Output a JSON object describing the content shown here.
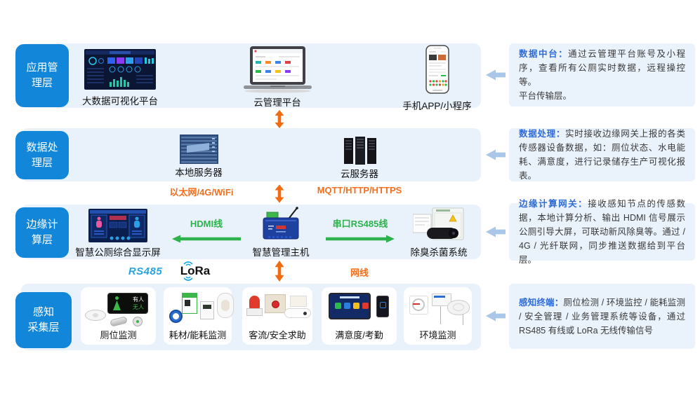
{
  "layers": [
    {
      "line1": "应用管",
      "line2": "理层"
    },
    {
      "line1": "数据处",
      "line2": "理层"
    },
    {
      "line1": "边缘计",
      "line2": "算层"
    },
    {
      "line1": "感知",
      "line2": "采集层"
    }
  ],
  "app_layer": {
    "bigdata_label": "大数据可视化平台",
    "cloud_label": "云管理平台",
    "mobile_label": "手机APP/小程序"
  },
  "data_layer": {
    "local_server_label": "本地服务器",
    "cloud_server_label": "云服务器"
  },
  "edge_layer": {
    "display_label": "智慧公厕综合显示屏",
    "host_label": "智慧管理主机",
    "deodor_label": "除臭杀菌系统"
  },
  "sense_layer": {
    "cards": [
      {
        "label": "厕位监测"
      },
      {
        "label": "耗材/能耗监测"
      },
      {
        "label": "客流/安全求助"
      },
      {
        "label": "满意度/考勤"
      },
      {
        "label": "环境监测"
      }
    ],
    "toilet_screen": {
      "occupied": "有人",
      "vacant": "无人"
    }
  },
  "connectors": {
    "ethernet": "以太网/4G/WiFi",
    "mqtt": "MQTT/HTTP/HTTPS",
    "hdmi": "HDMI线",
    "serial_rs485": "串口RS485线",
    "rs485": "RS485",
    "lora": "LoRa",
    "net_cable": "网线"
  },
  "info_boxes": [
    {
      "heading": "数据中台：",
      "text": "通过云管理平台账号及小程序，查看所有公厕实时数据，远程操控等。",
      "text2": "平台传输层。"
    },
    {
      "heading": "数据处理：",
      "text": "实时接收边缘网关上报的各类传感器设备数据，如：厕位状态、水电能耗、满意度，进行记录储存生产可视化报表。"
    },
    {
      "heading": "边缘计算网关：",
      "text": "接收感知节点的传感数据，本地计算分析、输出 HDMI 信号展示公厕引导大屏，可联动新风除臭等。通过 / 4G / 光纤联网，同步推送数据给到平台层。"
    },
    {
      "heading": "感知终端：",
      "text": "厕位检测 / 环境监控 / 能耗监测 / 安全管理 / 业务管理系统等设备，通过 RS485 有线或 LoRa 无线传输信号"
    }
  ],
  "colors": {
    "layer_label_bg": "#1286d9",
    "row_bg": "#e9f1fa",
    "info_box_bg": "#eaf2fc",
    "info_heading": "#2e6bd6",
    "orange": "#f26f20",
    "green": "#2eb24d",
    "rs485_blue": "#29a3e3",
    "left_arrow": "#a9c7e8"
  }
}
